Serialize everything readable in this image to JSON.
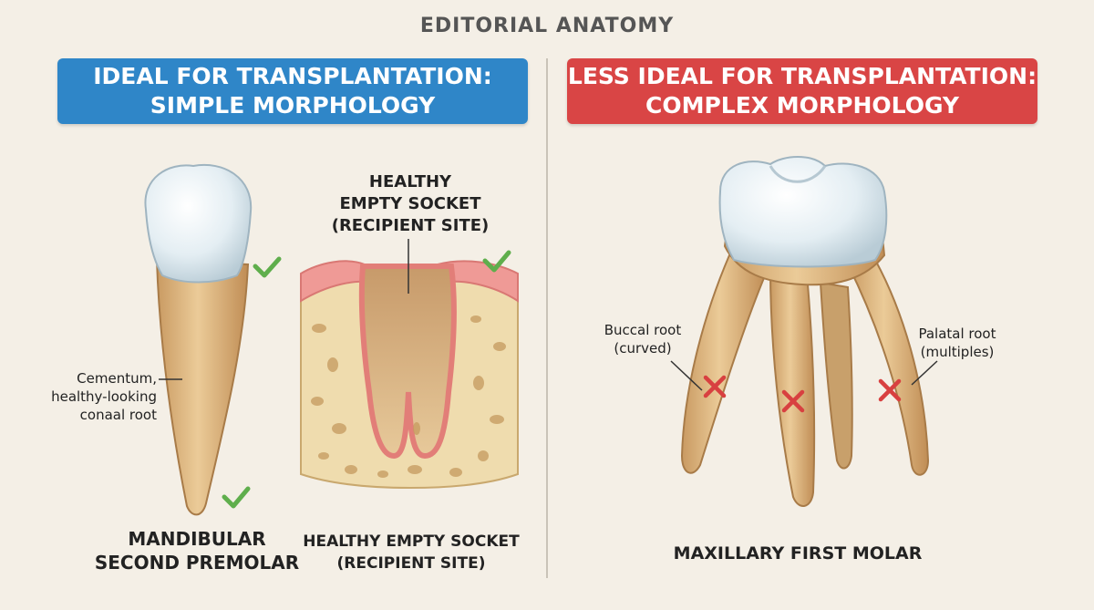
{
  "title": "EDITORIAL ANATOMY",
  "colors": {
    "blue_banner": "#2f86c8",
    "red_banner": "#d94545",
    "check_green": "#5fae4c",
    "cross_red": "#d84040",
    "root_tan": "#d9b27e",
    "enamel": "#e8f0f4",
    "gum_pink": "#ef9a96",
    "bone": "#efdcae"
  },
  "left_panel": {
    "banner_line1": "IDEAL FOR TRANSPLANTATION:",
    "banner_line2": "SIMPLE MORPHOLOGY",
    "premolar": {
      "note_line1": "Cementum,",
      "note_line2": "healthy-looking",
      "note_line3": "conaal root",
      "label_line1": "MANDIBULAR",
      "label_line2": "SECOND PREMOLAR",
      "icons": [
        "check-icon",
        "check-icon"
      ]
    },
    "socket": {
      "top_line1": "HEALTHY",
      "top_line2": "EMPTY SOCKET",
      "top_line3": "(RECIPIENT SITE)",
      "label_line1": "HEALTHY EMPTY SOCKET",
      "label_line2": "(RECIPIENT SITE)",
      "icons": [
        "check-icon"
      ]
    }
  },
  "right_panel": {
    "banner_line1": "LESS IDEAL FOR TRANSPLANTATION:",
    "banner_line2": "COMPLEX MORPHOLOGY",
    "molar": {
      "buccal_line1": "Buccal root",
      "buccal_line2": "(curved)",
      "palatal_line1": "Palatal root",
      "palatal_line2": "(multiples)",
      "label": "MAXILLARY FIRST MOLAR",
      "icons": [
        "cross-icon",
        "cross-icon",
        "cross-icon"
      ]
    }
  }
}
